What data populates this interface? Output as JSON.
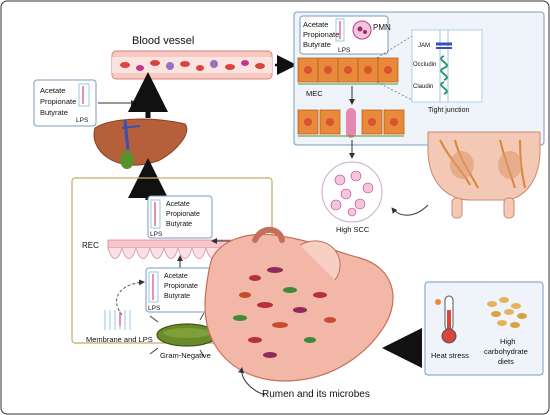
{
  "labels": {
    "blood_vessel": "Blood vessel",
    "pmn": "PMN",
    "mec": "MEC",
    "jam": "JAM",
    "occludin": "Occludin",
    "claudin": "Claudin",
    "tight_junction": "Tight junction",
    "high_scc": "High SCC",
    "rec": "REC",
    "membrane_lps": "Membrane and LPS",
    "gram_negative": "Gram-Negative",
    "rumen": "Rumen and its microbes",
    "heat_stress": "Heat stress",
    "high_carb_1": "High",
    "high_carb_2": "carbohydrate",
    "high_carb_3": "diets"
  },
  "metabolite_boxes": {
    "liver_box": [
      "Acetate",
      "Propionate",
      "Butyrate",
      "LPS"
    ],
    "mammary_box": [
      "Acetate",
      "Propionate",
      "Butyrate",
      "LPS"
    ],
    "upper_rec_box": [
      "Acetate",
      "Propionate",
      "Butyrate",
      "LPS"
    ],
    "lower_rec_box": [
      "Acetate",
      "Propionate",
      "Butyrate",
      "LPS"
    ]
  },
  "colors": {
    "blood_red": "#d9443f",
    "vessel_wall": "#f0a6a0",
    "cell_orange": "#e8893b",
    "nucleus": "#d6552b",
    "panel_border": "#7a9bbf",
    "panel_bg": "#eef4fa",
    "rumen_pink": "#f3b7a8",
    "bacterium": "#6a8a2a",
    "liver": "#b5603a",
    "arrow_black": "#111111"
  }
}
